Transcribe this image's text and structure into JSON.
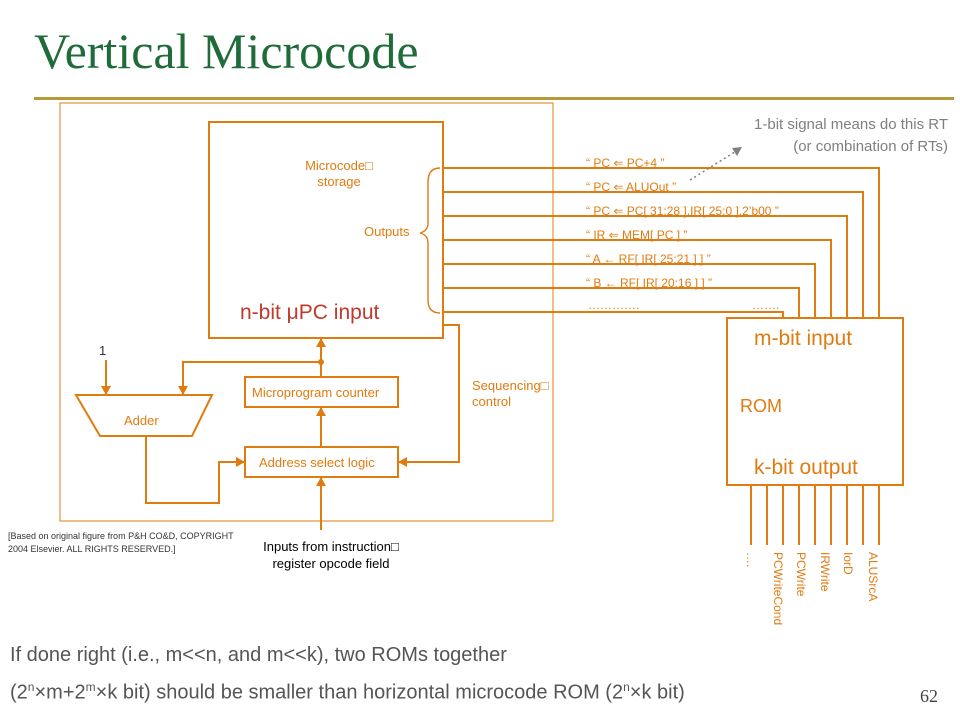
{
  "title": "Vertical Microcode",
  "diagram": {
    "microcode_storage": "Microcode□ storage",
    "outputs": "Outputs",
    "upc_input": "n-bit μPC input",
    "one": "1",
    "adder": "Adder",
    "microprogram_counter": "Microprogram counter",
    "address_select_logic": "Address select logic",
    "sequencing_control": "Sequencing□ control",
    "inputs_from_ir": "Inputs from instruction□ register opcode field",
    "citation_line1": "[Based on original figure from P&H CO&D, COPYRIGHT",
    "citation_line2": "2004 Elsevier. ALL RIGHTS RESERVED.]",
    "signals": [
      "“ PC ⇐ PC+4 ”",
      "“ PC ⇐ ALUOut ”",
      "“ PC ⇐ PC[ 31:28 ],IR[ 25:0 ],2’b00 ”",
      "“ IR  ⇐ MEM[ PC ] ”",
      "“ A ← RF[ IR[ 25:21 ] ] ”",
      "“ B ← RF[ IR[ 20:16 ] ] ”",
      "…………."
    ],
    "signals_dots": "…….",
    "annotation_line1": "1-bit signal means do this RT",
    "annotation_line2": "(or combination of RTs)",
    "rom_input": "m-bit input",
    "rom_label": "ROM",
    "rom_output": "k-bit output",
    "rom_outputs": [
      "ALUSrcA",
      "IorD",
      "IRWrite",
      "PCWrite",
      "PCWriteCond",
      "…."
    ]
  },
  "bottom": {
    "line1": "If done right (i.e., m<<n, and m<<k), two ROMs together",
    "line2_part1": "(2",
    "line2_sup1": "n",
    "line2_part2": "×m+2",
    "line2_sup2": "m",
    "line2_part3": "×k bit) should be smaller than horizontal microcode ROM (2",
    "line2_sup3": "n",
    "line2_part4": "×k bit)"
  },
  "page_number": "62",
  "colors": {
    "title": "#1f6b3a",
    "rule": "#b59a3a",
    "diagram": "#e07b10",
    "upc": "#c0392b"
  }
}
